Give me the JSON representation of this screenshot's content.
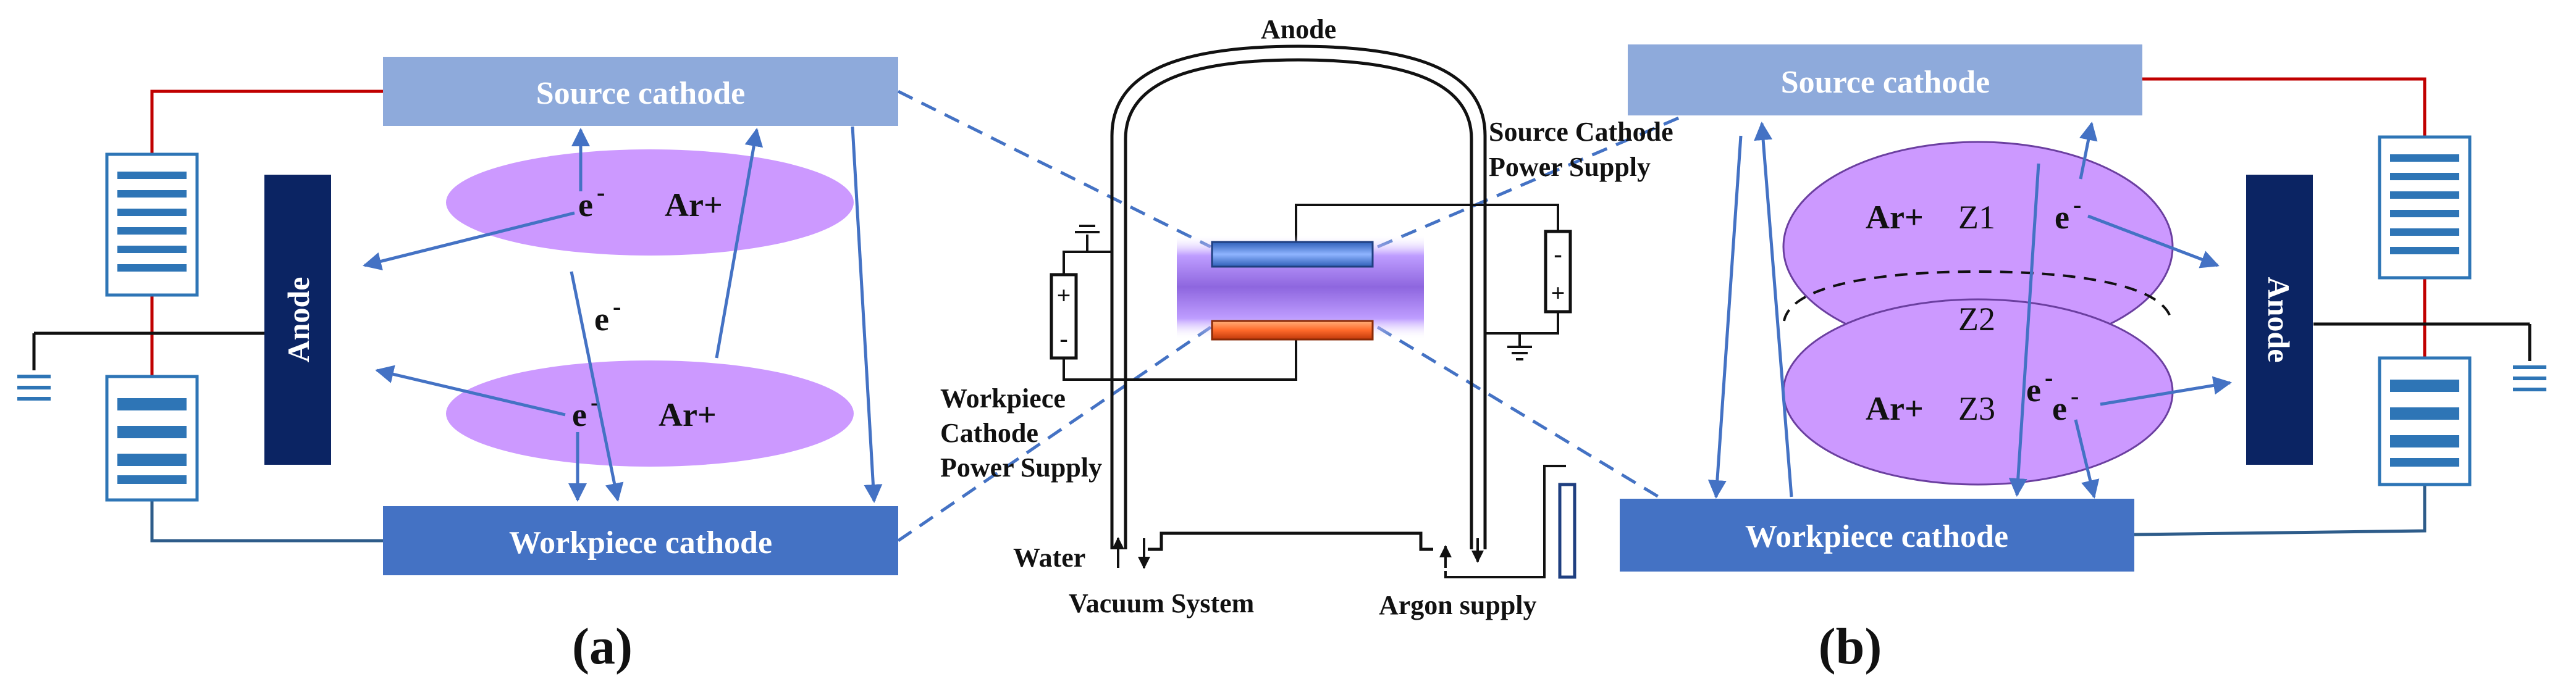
{
  "colors": {
    "source_cathode": "#8eaadb",
    "workpiece_cathode": "#4472c4",
    "anode_bar": "#0b2463",
    "plasma": "#cc99ff",
    "arrow": "#4472c4",
    "wire_red": "#c00000",
    "wire_black": "#111111",
    "battery": "#2e75b6"
  },
  "panel_a": {
    "source_cathode": "Source cathode",
    "workpiece_cathode": "Workpiece cathode",
    "anode": "Anode",
    "upper_electron": "e",
    "upper_ion": "Ar+",
    "middle_electron": "e",
    "lower_electron": "e",
    "lower_ion": "Ar+",
    "superscript_minus": "-",
    "caption": "(a)"
  },
  "panel_center": {
    "anode": "Anode",
    "source_ps_line1": "Source Cathode",
    "source_ps_line2": "Power Supply",
    "workpiece_ps_line1": "Workpiece",
    "workpiece_ps_line2": "Cathode",
    "workpiece_ps_line3": "Power Supply",
    "water": "Water",
    "vacuum": "Vacuum System",
    "argon": "Argon supply",
    "plus": "+",
    "minus": "-"
  },
  "panel_b": {
    "source_cathode": "Source cathode",
    "workpiece_cathode": "Workpiece cathode",
    "anode": "Anode",
    "ion_upper": "Ar+",
    "z1": "Z1",
    "electron_upper": "e",
    "z2": "Z2",
    "ion_lower": "Ar+",
    "z3": "Z3",
    "electron_lower_a": "e",
    "electron_lower_b": "e",
    "superscript_minus": "-",
    "caption": "(b)"
  }
}
